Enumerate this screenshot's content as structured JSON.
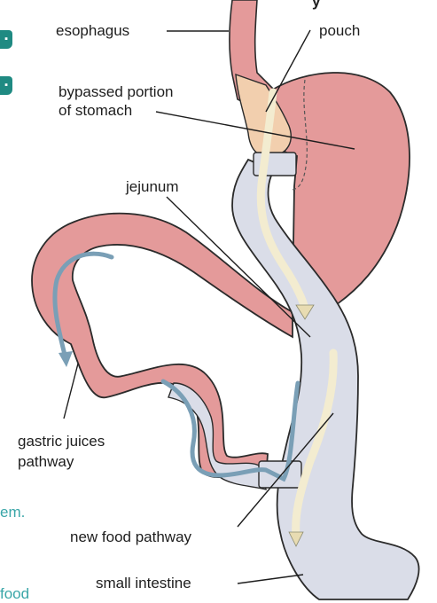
{
  "labels": {
    "esophagus": "esophagus",
    "pouch": "pouch",
    "bypassed_line1": "bypassed portion",
    "bypassed_line2": "of stomach",
    "jejunum": "jejunum",
    "gastric_line1": "gastric juices",
    "gastric_line2": "pathway",
    "new_food_pathway": "new food pathway",
    "small_intestine": "small intestine"
  },
  "edge_text": {
    "top_fragment": "y",
    "em_fragment": "em.",
    "food_fragment": "food"
  },
  "colors": {
    "stomach": "#e49a9a",
    "stomach_outline": "#2b2b2b",
    "intestine": "#dadde8",
    "pouch": "#f2cfae",
    "food_path": "#f3ecd0",
    "juice_path": "#7a9fb6",
    "marker": "#1f8a82",
    "edge_text": "#3aa6a8"
  },
  "icons": [
    "tab-marker-icon"
  ]
}
